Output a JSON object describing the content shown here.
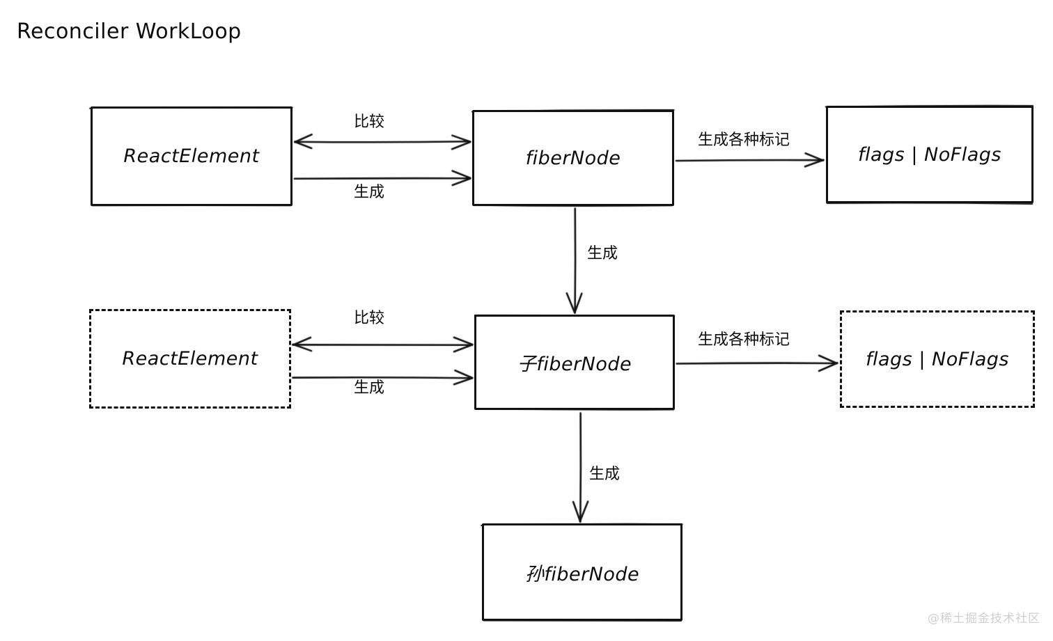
{
  "diagram": {
    "title": "Reconciler WorkLoop",
    "watermark": "@稀土掘金技术社区",
    "stroke_color": "#111111",
    "background_color": "#ffffff",
    "nodes": [
      {
        "id": "react-element-1",
        "label": "ReactElement",
        "border": "solid"
      },
      {
        "id": "fiber-node",
        "label": "fiberNode",
        "border": "solid"
      },
      {
        "id": "flags-1",
        "label": "flags | NoFlags",
        "border": "solid"
      },
      {
        "id": "react-element-2",
        "label": "ReactElement",
        "border": "dashed"
      },
      {
        "id": "child-fiber-node",
        "label": "子fiberNode",
        "border": "solid"
      },
      {
        "id": "flags-2",
        "label": "flags | NoFlags",
        "border": "dashed"
      },
      {
        "id": "grandchild-fiber-node",
        "label": "孙fiberNode",
        "border": "solid"
      }
    ],
    "edges": [
      {
        "id": "edge-compare-1",
        "label": "比较",
        "from": "fiber-node",
        "to": "react-element-1",
        "direction": "left"
      },
      {
        "id": "edge-generate-1",
        "label": "生成",
        "from": "react-element-1",
        "to": "fiber-node",
        "direction": "right"
      },
      {
        "id": "edge-flags-1",
        "label": "生成各种标记",
        "from": "fiber-node",
        "to": "flags-1",
        "direction": "right"
      },
      {
        "id": "edge-child-1",
        "label": "生成",
        "from": "fiber-node",
        "to": "child-fiber-node",
        "direction": "down"
      },
      {
        "id": "edge-compare-2",
        "label": "比较",
        "from": "child-fiber-node",
        "to": "react-element-2",
        "direction": "left"
      },
      {
        "id": "edge-generate-2",
        "label": "生成",
        "from": "react-element-2",
        "to": "child-fiber-node",
        "direction": "right"
      },
      {
        "id": "edge-flags-2",
        "label": "生成各种标记",
        "from": "child-fiber-node",
        "to": "flags-2",
        "direction": "right"
      },
      {
        "id": "edge-child-2",
        "label": "生成",
        "from": "child-fiber-node",
        "to": "grandchild-fiber-node",
        "direction": "down"
      }
    ]
  }
}
